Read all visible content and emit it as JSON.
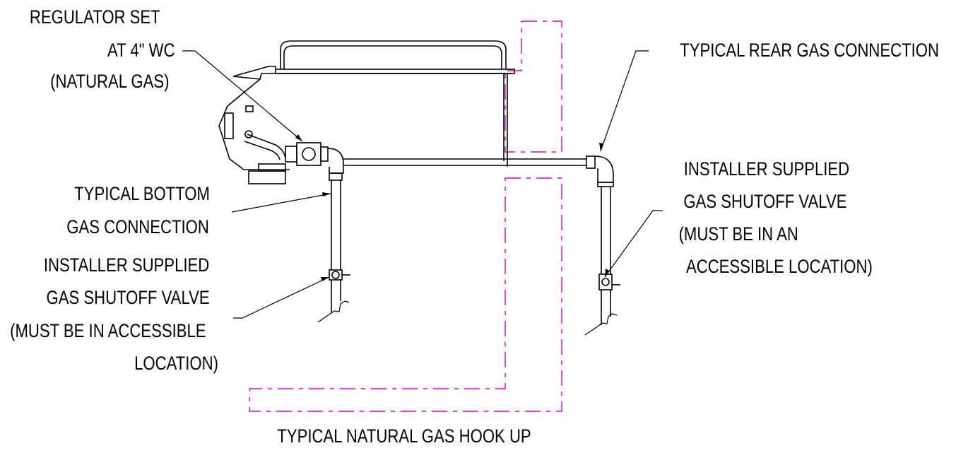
{
  "labels": {
    "regulator": [
      "REGULATOR SET",
      "AT 4\" WC",
      "(NATURAL GAS)"
    ],
    "rear_connection": "TYPICAL REAR GAS CONNECTION",
    "bottom_connection": [
      "TYPICAL BOTTOM",
      "GAS CONNECTION"
    ],
    "left_valve": [
      "INSTALLER SUPPLIED",
      "GAS SHUTOFF VALVE",
      "(MUST BE IN ACCESSIBLE",
      "LOCATION)"
    ],
    "right_valve": [
      "INSTALLER SUPPLIED",
      "GAS SHUTOFF VALVE",
      "(MUST BE IN AN",
      "ACCESSIBLE LOCATION)"
    ],
    "caption": "TYPICAL NATURAL GAS HOOK UP"
  },
  "colors": {
    "line": "#000000",
    "wall_outline": "#e000c8",
    "background": "#ffffff"
  }
}
